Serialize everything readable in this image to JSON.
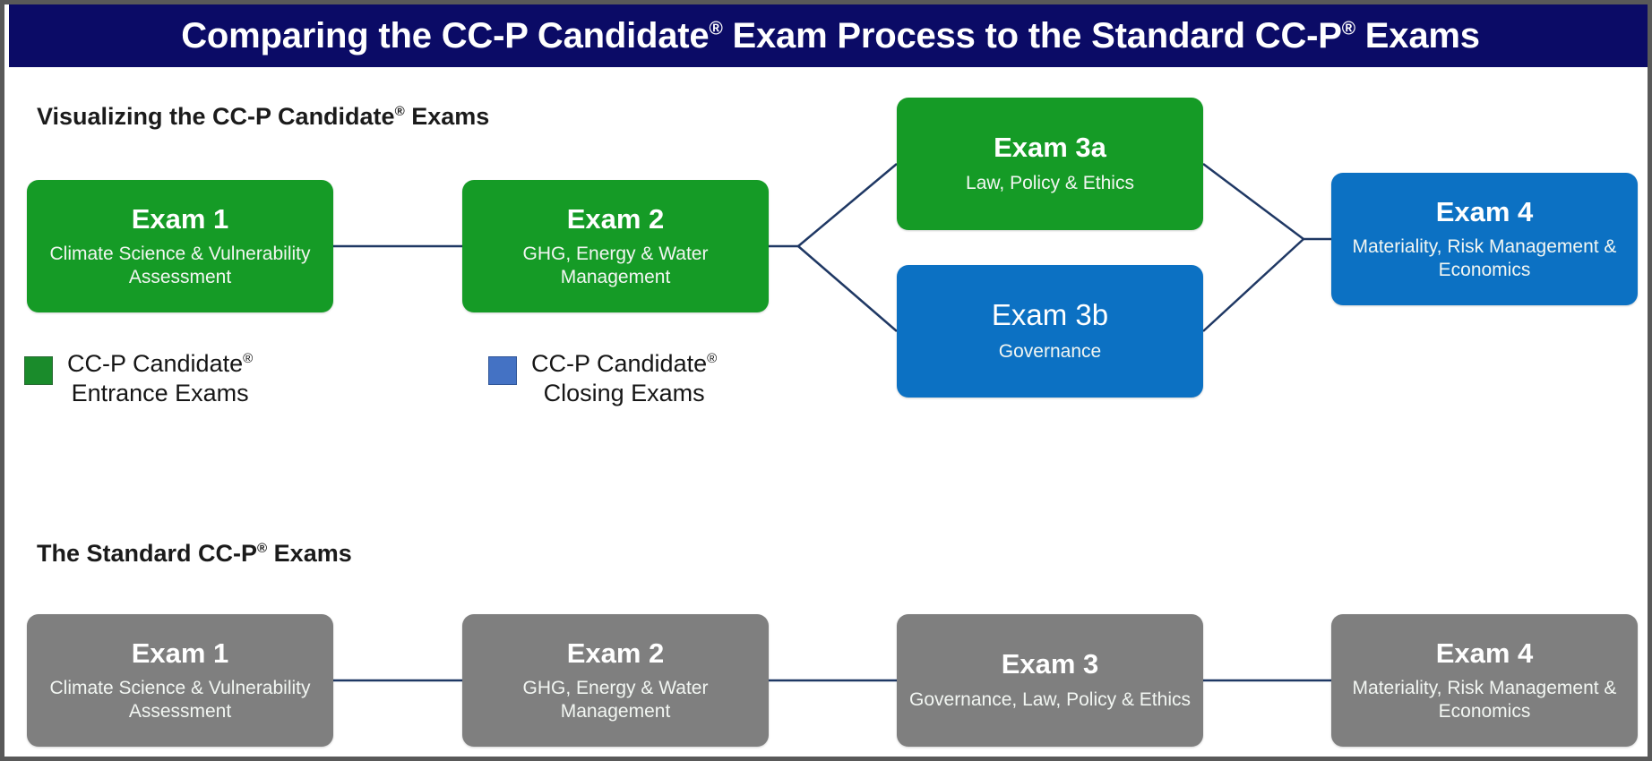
{
  "header": {
    "title_before": "Comparing the CC-P Candidate",
    "title_mid": " Exam Process to the Standard CC-P",
    "title_after": " Exams",
    "registered_mark": "®",
    "background_color": "#0B0B66",
    "text_color": "#FFFFFF"
  },
  "colors": {
    "green": "#159B26",
    "blue": "#0C71C3",
    "gray": "#7F7F7F",
    "navy": "#0B0B66",
    "connector": "#1F3864",
    "legend_green": "#1A8B2B",
    "legend_blue": "#4472C4",
    "frame_border": "#595959"
  },
  "candidate_section": {
    "heading_before": "Visualizing the CC-P Candidate",
    "heading_after": " Exams",
    "boxes": [
      {
        "id": "exam1",
        "title": "Exam 1",
        "subtitle": "Climate Science &\nVulnerability Assessment",
        "color": "green",
        "category": "entrance"
      },
      {
        "id": "exam2",
        "title": "Exam 2",
        "subtitle": "GHG, Energy & Water\nManagement",
        "color": "green",
        "category": "entrance"
      },
      {
        "id": "exam3a",
        "title": "Exam 3a",
        "subtitle": "Law, Policy & Ethics",
        "color": "green",
        "category": "entrance"
      },
      {
        "id": "exam3b",
        "title": "Exam 3b",
        "subtitle": "Governance",
        "color": "blue",
        "category": "closing"
      },
      {
        "id": "exam4",
        "title": "Exam 4",
        "subtitle": "Materiality, Risk\nManagement & Economics",
        "color": "blue",
        "category": "closing"
      }
    ],
    "legend": [
      {
        "id": "entrance",
        "swatch_color": "#1A8B2B",
        "label_before": "CC-P Candidate",
        "label_after": "\nEntrance Exams"
      },
      {
        "id": "closing",
        "swatch_color": "#4472C4",
        "label_before": "CC-P Candidate",
        "label_after": "\nClosing Exams"
      }
    ]
  },
  "standard_section": {
    "heading_before": "The Standard CC-P",
    "heading_after": " Exams",
    "boxes": [
      {
        "id": "std1",
        "title": "Exam 1",
        "subtitle": "Climate Science &\nVulnerability Assessment",
        "color": "gray"
      },
      {
        "id": "std2",
        "title": "Exam 2",
        "subtitle": "GHG, Energy & Water\nManagement",
        "color": "gray"
      },
      {
        "id": "std3",
        "title": "Exam 3",
        "subtitle": "Governance, Law,\nPolicy & Ethics",
        "color": "gray"
      },
      {
        "id": "std4",
        "title": "Exam 4",
        "subtitle": "Materiality, Risk\nManagement & Economics",
        "color": "gray"
      }
    ]
  }
}
